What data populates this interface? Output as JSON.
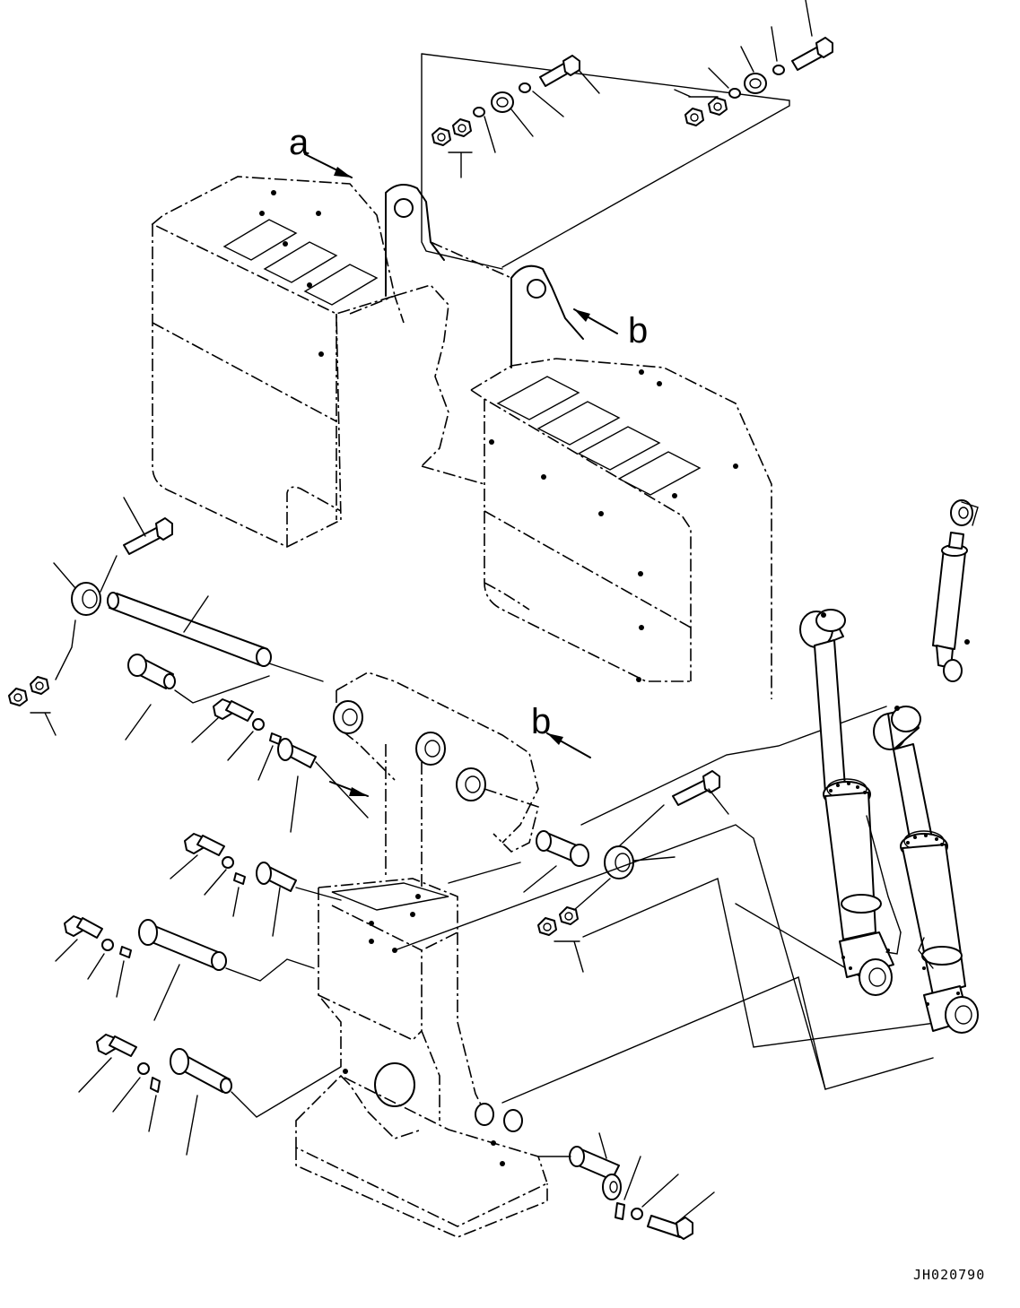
{
  "diagram": {
    "callouts": [
      {
        "id": "a",
        "label": "a"
      },
      {
        "id": "b1",
        "label": "b"
      },
      {
        "id": "b2",
        "label": "b"
      }
    ],
    "drawing_number": "JH020790"
  },
  "colors": {
    "ink": "#000000",
    "paper": "#ffffff"
  }
}
